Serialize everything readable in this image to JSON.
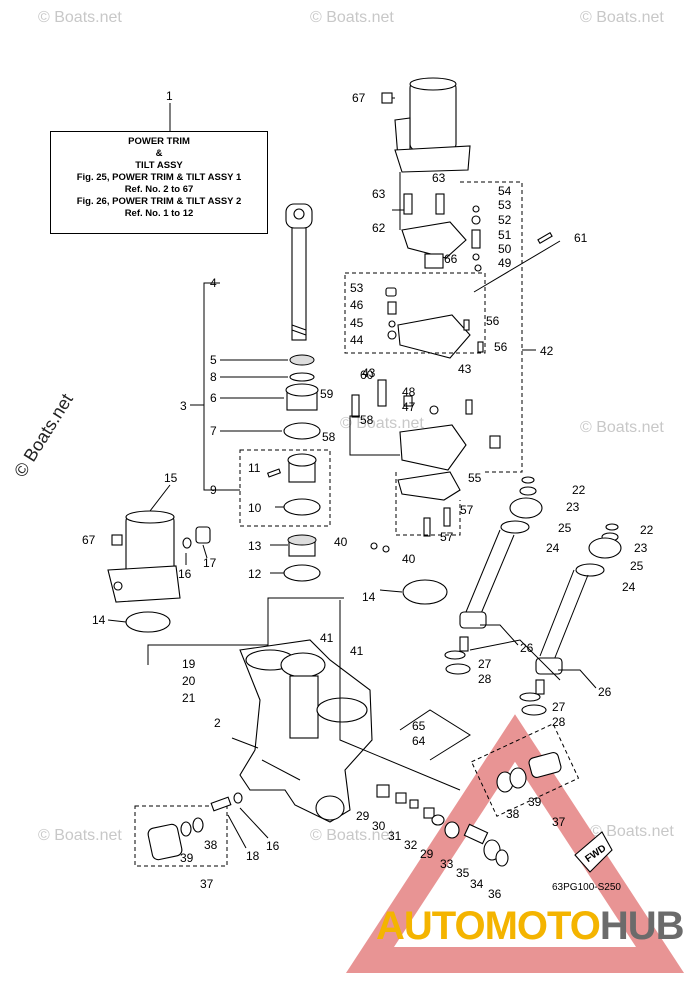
{
  "legend": {
    "line1": "POWER TRIM",
    "line2": "&",
    "line3": "TILT ASSY",
    "line4": "Fig. 25, POWER TRIM & TILT ASSY 1",
    "line5": "Ref. No. 2 to 67",
    "line6": "Fig. 26, POWER TRIM & TILT ASSY 2",
    "line7": "Ref. No. 1 to 12"
  },
  "diagram_code": "63PG100-S250",
  "fwd_label": "FWD",
  "watermark_text": "© Boats.net",
  "brand": {
    "part1": "AUTO",
    "part2": "MOTO",
    "part3": "HUB"
  },
  "callouts": {
    "c1": "1",
    "c2": "2",
    "c3": "3",
    "c4": "4",
    "c5": "5",
    "c6": "6",
    "c7": "7",
    "c8": "8",
    "c9": "9",
    "c10": "10",
    "c11": "11",
    "c12": "12",
    "c13": "13",
    "c14a": "14",
    "c14b": "14",
    "c15": "15",
    "c16a": "16",
    "c16b": "16",
    "c17": "17",
    "c18": "18",
    "c19": "19",
    "c20": "20",
    "c21": "21",
    "c22a": "22",
    "c22b": "22",
    "c23a": "23",
    "c23b": "23",
    "c24a": "24",
    "c24b": "24",
    "c25a": "25",
    "c25b": "25",
    "c26a": "26",
    "c26b": "26",
    "c27a": "27",
    "c27b": "27",
    "c28a": "28",
    "c28b": "28",
    "c29a": "29",
    "c29b": "29",
    "c30": "30",
    "c31": "31",
    "c32": "32",
    "c33": "33",
    "c34": "34",
    "c35": "35",
    "c36": "36",
    "c37a": "37",
    "c37b": "37",
    "c38a": "38",
    "c38b": "38",
    "c39a": "39",
    "c39b": "39",
    "c40a": "40",
    "c40b": "40",
    "c41a": "41",
    "c41b": "41",
    "c42": "42",
    "c43a": "43",
    "c43b": "43",
    "c44": "44",
    "c45": "45",
    "c46": "46",
    "c47": "47",
    "c48": "48",
    "c49": "49",
    "c50": "50",
    "c51": "51",
    "c52": "52",
    "c53a": "53",
    "c53b": "53",
    "c54": "54",
    "c55": "55",
    "c56a": "56",
    "c56b": "56",
    "c57a": "57",
    "c57b": "57",
    "c58a": "58",
    "c58b": "58",
    "c59": "59",
    "c60": "60",
    "c61": "61",
    "c62": "62",
    "c63a": "63",
    "c63b": "63",
    "c64": "64",
    "c65": "65",
    "c66": "66",
    "c67a": "67",
    "c67b": "67"
  }
}
